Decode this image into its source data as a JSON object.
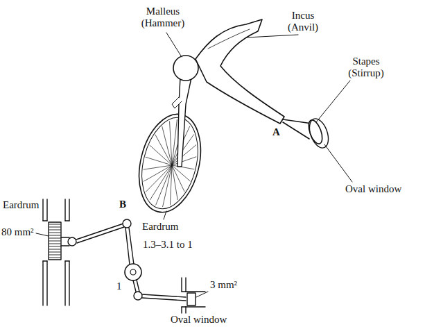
{
  "diagram": {
    "labels": [
      "Malleus (Hammer)",
      "Incus (Anvil)",
      "Stapes (Stirrup)",
      "A",
      "Oval window",
      "Eardrum",
      "B",
      "Eardrum",
      "80 mm²",
      "1.3–3.1 to 1",
      "1",
      "3 mm²",
      "Oval window"
    ]
  }
}
